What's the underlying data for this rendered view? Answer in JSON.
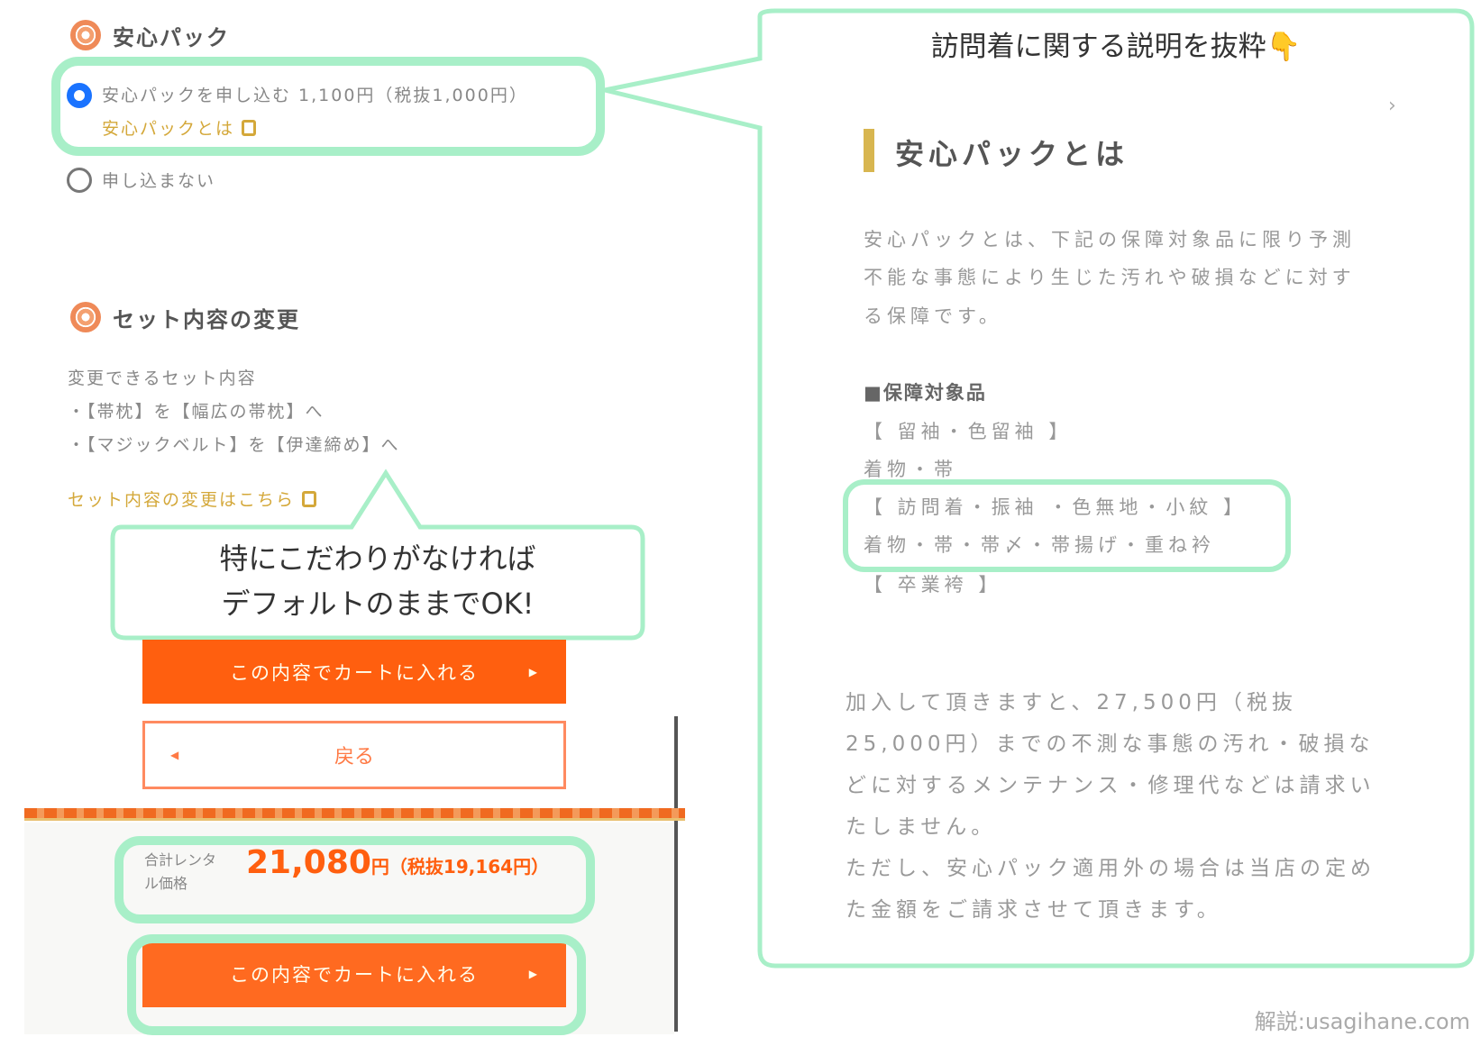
{
  "anshin": {
    "heading": "安心パック",
    "option_apply": "安心パックを申し込む 1,100円（税抜1,000円）",
    "link": "安心パックとは",
    "option_decline": "申し込まない",
    "selected": "apply"
  },
  "set_change": {
    "heading": "セット内容の変更",
    "intro": "変更できるセット内容",
    "items": [
      "・【帯枕】を【幅広の帯枕】へ",
      "・【マジックベルト】を【伊達締め】へ"
    ],
    "link": "セット内容の変更はこちら"
  },
  "bubble": {
    "line1": "特にこだわりがなければ",
    "line2": "デフォルトのままでOK!"
  },
  "buttons": {
    "add_cart": "この内容でカートに入れる",
    "back": "戻る"
  },
  "total": {
    "label": "合計レンタル価格",
    "price": "21,080",
    "yen": "円",
    "tax": "（税抜19,164円）"
  },
  "callout": {
    "title": "訪問着に関する説明を抜粋",
    "emoji": "👇",
    "heading": "安心パックとは",
    "para1": [
      "安心パックとは、下記の保障対象品に限り予測",
      "不能な事態により生じた汚れや破損などに対す",
      "る保障です。"
    ],
    "subheading": "■保障対象品",
    "items": [
      "【 留袖・色留袖 】",
      "着物・帯",
      "【 訪問着・振袖 ・色無地・小紋 】",
      "着物・帯・帯〆・帯揚げ・重ね衿",
      "【 卒業袴 】"
    ],
    "para2": [
      "加入して頂きますと、27,500円（税抜",
      "25,000円）までの不測な事態の汚れ・破損な",
      "どに対するメンテナンス・修理代などは請求い",
      "たしません。",
      "ただし、安心パック適用外の場合は当店の定め",
      "た金額をご請求させて頂きます。"
    ]
  },
  "credit": "解説:usagihane.com",
  "colors": {
    "accent": "#ff5f0f",
    "highlight": "#a8efc8",
    "gold": "#d4a83a",
    "radio": "#1a73ff"
  }
}
